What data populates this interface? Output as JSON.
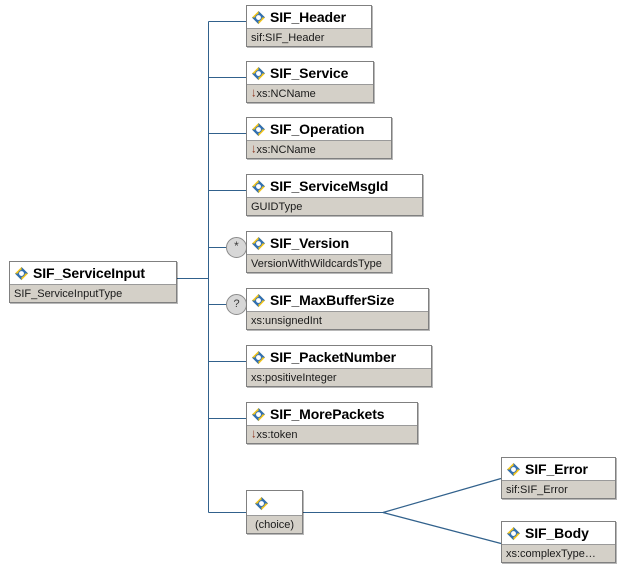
{
  "diagram": {
    "kind": "xsd-element-tree",
    "background": "#ffffff",
    "line_color": "#31618c",
    "box_border": "#808080",
    "type_bar_color": "#d4d0c8",
    "icon_name": "element-diamond-icon"
  },
  "root": {
    "name": "SIF_ServiceInput",
    "type": "SIF_ServiceInputType",
    "type_arrow": "",
    "occurrence": ""
  },
  "children": [
    {
      "name": "SIF_Header",
      "type": "sif:SIF_Header",
      "type_arrow": "",
      "occurrence": ""
    },
    {
      "name": "SIF_Service",
      "type": "xs:NCName",
      "type_arrow": "↓",
      "occurrence": ""
    },
    {
      "name": "SIF_Operation",
      "type": "xs:NCName",
      "type_arrow": "↓",
      "occurrence": ""
    },
    {
      "name": "SIF_ServiceMsgId",
      "type": "GUIDType",
      "type_arrow": "",
      "occurrence": ""
    },
    {
      "name": "SIF_Version",
      "type": "VersionWithWildcardsType",
      "type_arrow": "",
      "occurrence": "*"
    },
    {
      "name": "SIF_MaxBufferSize",
      "type": "xs:unsignedInt",
      "type_arrow": "",
      "occurrence": "?"
    },
    {
      "name": "SIF_PacketNumber",
      "type": "xs:positiveInteger",
      "type_arrow": "",
      "occurrence": ""
    },
    {
      "name": "SIF_MorePackets",
      "type": "xs:token",
      "type_arrow": "↓",
      "occurrence": ""
    }
  ],
  "choice": {
    "label": "(choice)",
    "occurrence": ""
  },
  "choice_children": [
    {
      "name": "SIF_Error",
      "type": "sif:SIF_Error",
      "type_arrow": "",
      "occurrence": ""
    },
    {
      "name": "SIF_Body",
      "type": "xs:complexType…",
      "type_arrow": "",
      "occurrence": ""
    }
  ]
}
